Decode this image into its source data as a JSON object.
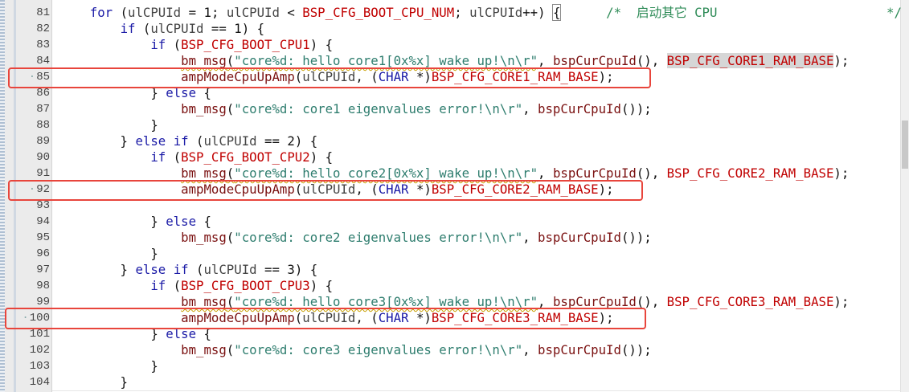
{
  "editor": {
    "line_numbers": [
      "81",
      "82",
      "83",
      "84",
      "85",
      "86",
      "87",
      "88",
      "89",
      "90",
      "91",
      "92",
      "93",
      "94",
      "95",
      "96",
      "97",
      "98",
      "99",
      "100",
      "101",
      "102",
      "103",
      "104"
    ],
    "tokens": {
      "for": "for",
      "if": "if",
      "else": "else",
      "uid": "ulCPUId",
      "boot_num": "BSP_CFG_BOOT_CPU_NUM",
      "boot1": "BSP_CFG_BOOT_CPU1",
      "boot2": "BSP_CFG_BOOT_CPU2",
      "boot3": "BSP_CFG_BOOT_CPU3",
      "bm_msg": "bm_msg",
      "cur_cpu": "bspCurCpuId",
      "amp_up": "ampModeCpuUpAmp",
      "char_t": "CHAR",
      "ram1": "BSP_CFG_CORE1_RAM_BASE",
      "ram2": "BSP_CFG_CORE2_RAM_BASE",
      "ram3": "BSP_CFG_CORE3_RAM_BASE",
      "hello1": "\"core%d: hello core1[0x%x] wake up!\\n\\r\"",
      "hello2": "\"core%d: hello core2[0x%x] wake up!\\n\\r\"",
      "hello3": "\"core%d: hello core3[0x%x] wake up!\\n\\r\"",
      "err1": "\"core%d: core1 eigenvalues error!\\n\\r\"",
      "err2": "\"core%d: core2 eigenvalues error!\\n\\r\"",
      "err3": "\"core%d: core3 eigenvalues error!\\n\\r\"",
      "n1": "1",
      "n2": "2",
      "n3": "3",
      "comment": "/*  启动其它 CPU",
      "comment_end": "*/"
    }
  }
}
